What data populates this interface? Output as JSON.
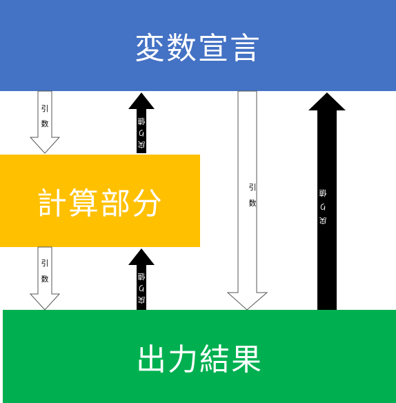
{
  "colors": {
    "top_box": "#4472C4",
    "middle_box": "#FFC000",
    "bottom_box": "#00B050",
    "return_arrow": "#000000",
    "argument_arrow_fill": "#FFFFFF",
    "argument_arrow_stroke": "#555555"
  },
  "boxes": {
    "declaration": "変数宣言",
    "computation": "計算部分",
    "output": "出力結果"
  },
  "arrows": {
    "argument_label": [
      "引",
      "数"
    ],
    "return_label": [
      "戻",
      "り",
      "値"
    ]
  }
}
